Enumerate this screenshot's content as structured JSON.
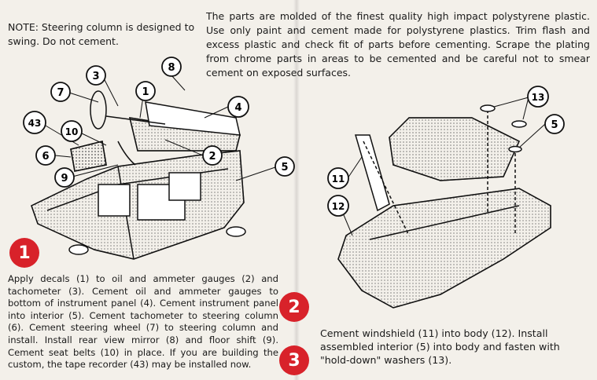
{
  "note": "NOTE: Steering column is designed to swing. Do not cement.",
  "parts_intro": "The parts are molded of the finest quality high impact polystyrene plastic. Use only paint and cement made for polystyrene plastics. Trim flash and excess plastic and check fit of parts before cementing. Scrape the plating from chrome parts in areas to be cemented and be careful not to smear cement on exposed surfaces.",
  "steps": [
    {
      "number": "1",
      "text": "Apply decals (1) to oil and ammeter gauges (2) and tachometer (3). Cement oil and ammeter gauges to bottom of instrument panel (4). Cement instrument panel into interior (5). Cement tachometer to steering column (6). Cement steering wheel (7) to steering column and install. Install rear view mirror (8) and floor shift (9). Cement seat belts (10) in place. If you are building the custom, the tape recorder (43) may be installed now."
    },
    {
      "number": "2",
      "text": "Cement windshield (11) into body (12). Install assembled interior (5) into body and fasten with \"hold-down\" washers (13)."
    },
    {
      "number": "3"
    }
  ],
  "left_callouts": [
    "3",
    "8",
    "7",
    "1",
    "4",
    "43",
    "10",
    "6",
    "2",
    "9",
    "5"
  ],
  "right_callouts": [
    "13",
    "5",
    "11",
    "12"
  ],
  "colors": {
    "badge": "#d8222a",
    "paper": "#f3f0ea",
    "ink": "#1a1a1a"
  }
}
